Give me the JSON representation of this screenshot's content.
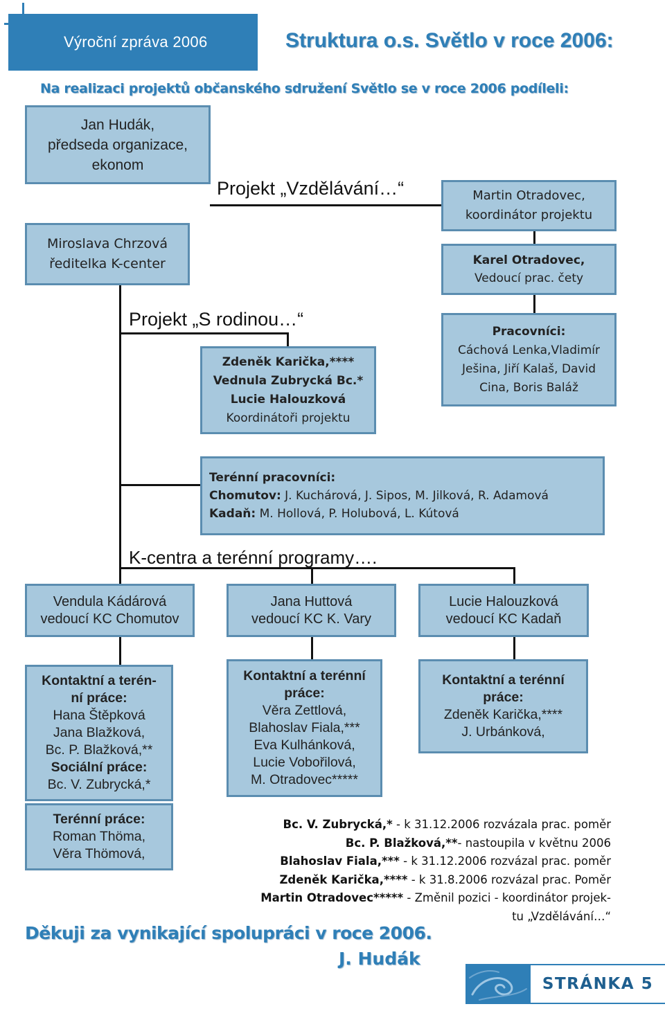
{
  "header": {
    "report": "Výroční zpráva 2006",
    "title": "Struktura o.s. Světlo v roce 2006:",
    "subtitle": "Na realizaci projektů občanského sdružení Světlo se v roce 2006 podíleli:"
  },
  "leadership": {
    "chairman": {
      "name": "Jan Hudák,",
      "line2": "předseda organizace,",
      "line3": "ekonom"
    },
    "director": {
      "name": "Miroslava Chrzová",
      "role": "ředitelka K-center"
    }
  },
  "projects": {
    "vzdelavani": "Projekt „Vzdělávání…“",
    "rodinou": "Projekt „S rodinou…“",
    "kcentra": "K-centra a terénní programy…."
  },
  "vzdelavani_boxes": {
    "coordinator": {
      "name": "Martin Otradovec,",
      "role": "koordinátor projektu"
    },
    "leader": {
      "name": "Karel Otradovec,",
      "role": "Vedoucí prac. čety"
    },
    "workers": {
      "heading": "Pracovníci:",
      "line1": "Cáchová Lenka,Vladimír",
      "line2": "Ješina, Jiří Kalaš, David",
      "line3": "Cina, Boris Baláž"
    }
  },
  "rodinou_box": {
    "line1": "Zdeněk Karička,****",
    "line2": "Vednula Zubrycká Bc.*",
    "line3": "Lucie Halouzková",
    "line4": "Koordinátoři projektu"
  },
  "field_workers": {
    "heading": "Terénní pracovníci:",
    "chomutov_label": "Chomutov:",
    "chomutov_names": " J. Kuchárová, J. Sipos, M. Jilková, R. Adamová",
    "kadan_label": "Kadaň:",
    "kadan_names": " M. Hollová, P. Holubová,  L. Kútová"
  },
  "kc_heads": [
    {
      "name": "Vendula Kádárová",
      "role": "vedoucí KC Chomutov"
    },
    {
      "name": "Jana Huttová",
      "role": "vedoucí KC K. Vary"
    },
    {
      "name": "Lucie Halouzková",
      "role": "vedoucí KC Kadaň"
    }
  ],
  "kc_chomutov": {
    "l1": "Kontaktní a terén-",
    "l2": "ní práce:",
    "l3": "Hana Štěpková",
    "l4": "Jana Blažková,",
    "l5": "Bc. P. Blažková,**",
    "l6": "Sociální práce:",
    "l7": "Bc. V. Zubrycká,*"
  },
  "kc_vary": {
    "l1": "Kontaktní a terénní",
    "l2": "práce:",
    "l3": "Věra Zettlová,",
    "l4": "Blahoslav Fiala,***",
    "l5": "Eva Kulhánková,",
    "l6": "Lucie Vobořilová,",
    "l7": "M. Otradovec*****"
  },
  "kc_kadan": {
    "l1": "Kontaktní a terénní",
    "l2": "práce:",
    "l3": "Zdeněk Karička,****",
    "l4": "J. Urbánková,"
  },
  "field_chomutov": {
    "l1": "Terénní práce:",
    "l2": "Roman Thöma,",
    "l3": "Věra Thömová,"
  },
  "notes": [
    {
      "name": "Bc. V. Zubrycká,*",
      "text": " - k 31.12.2006 rozvázala prac. poměr"
    },
    {
      "name": "Bc. P. Blažková,**",
      "text": "- nastoupila v květnu 2006"
    },
    {
      "name": "Blahoslav Fiala,***",
      "text": " - k 31.12.2006 rozvázal prac. poměr"
    },
    {
      "name": "Zdeněk Karička,****",
      "text": " - k 31.8.2006 rozvázal prac. Poměr"
    },
    {
      "name": "Martin Otradovec*****",
      "text": " - Změnil pozici  - koordinátor projek-"
    },
    {
      "name": "",
      "text": "tu „Vzdělávání…“"
    }
  ],
  "footer": {
    "thanks": "Děkuji za vynikající spolupráci v roce 2006.",
    "signature": "J. Hudák",
    "page": "STRÁNKA 5"
  },
  "colors": {
    "accent": "#2f7fb7",
    "box_fill": "#a7c8dd",
    "box_border": "#5b8db0"
  }
}
